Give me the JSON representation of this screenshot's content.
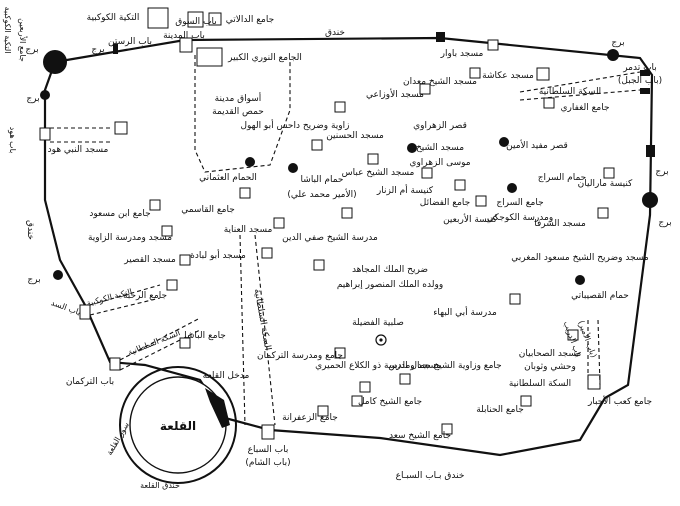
{
  "labels": {
    "khandaq_top": "خندق",
    "khandaq_bottom": "خندق بـاب السبـاع",
    "khandaq_left": "خندق",
    "khandaq_qalaa": "خندق القلعة",
    "sur_qalaa": "سور القلعة",
    "qalaa": "القلعة",
    "madkhal_qalaa": "مدخل القلعة",
    "burj_tr": "برج",
    "burj_tl": "برج",
    "burj_tl2": "برج",
    "burj_l": "برج",
    "burj_r": "برج",
    "burj_r2": "برج",
    "burj_l2": "برج",
    "bab_rastan": "باب الرستن",
    "bab_madina": "باب المدينة",
    "bab_souq": "باب السوق",
    "bab_tadmur": "باب تدمر",
    "bab_jabal": "(باب الجبل)",
    "bab_hud": "باب هود",
    "bab_sudd": "باب السد",
    "bab_turkman": "باب التركمان",
    "bab_sibaa": "باب السباع",
    "bab_sham": "(باب الشام)",
    "bab_draib": "باب الدريب",
    "bab_amir": "(باب الأمير)",
    "jami_arbain": "جامع الأربعين",
    "takiya_kawkabiya_top": "التكية الكوكبية",
    "takiya_kawkabiya2": "التكية الكوكبية",
    "jami_dalati": "جامع الدالاتي",
    "jami_nuri": "الجامع النوري الكبير",
    "aswaq": "أسواق مدينة",
    "aswaq2": "حمص القديمة",
    "masjid_bawar": "مسجد باوار",
    "masjid_ukasha": "مسجد عكاشة",
    "masjid_madan": "مسجد الشيخ معدان",
    "masjid_awzai": "مسجد الأوزاعي",
    "sikka_sultaniya1": "السكة السلطانية",
    "sikka_sultaniya2": "السكة السلطانية",
    "sikka_sultaniya3": "السكة السلطانية",
    "jami_ghaffari": "جامع الغفاري",
    "masjid_nabi_hud": "مسجد النبي هود",
    "zawiya_abu_hawl": "زاوية وضريح داحس أبو الهول",
    "masjid_hasanin": "مسجد الحسنين",
    "qasr_zahrawi": "قصر الزهراوي",
    "masjid_shaykh": "مسجد الشيخ",
    "musa_zahrawi": "موسى الزهراوي",
    "qasr_mufid": "قصر مفيد الأمين",
    "hammam_uthmani": "الحمام العثماني",
    "hammam_basha": "حمام الباشا",
    "amir_muhammad_ali": "(الأمير محمد علي)",
    "masjid_abbas": "مسجد الشيخ عباس",
    "kanisa_zunnar": "كنيسة أم الزنار",
    "jami_fadail": "جامع الفضائل",
    "kanisa_arbain": "كنيسة الأربعين",
    "jami_siraj": "جامع السراج",
    "madrasa_kawjaki": "ومدرسة الكوجكي",
    "hammam_siraj": "حمام السراج",
    "kanisa_mar_elian": "كنيسة ماراليان",
    "jami_qasimi": "جامع القاسمي",
    "jami_ibn_masud": "جامع ابن مسعود",
    "masjid_zawiya": "مسجد ومدرسة الزاوية",
    "masjid_qusayr": "مسجد القصير",
    "masjid_inaba": "مسجد العناية",
    "madrasa_safi": "مدرسة الشيخ صفي الدين",
    "masjid_shurfa": "مسجد الشرفا",
    "masjid_maghribi": "مسجد وضريح الشيخ مسعود المغربي",
    "masjid_abu_libada": "مسجد أبو لبادة",
    "darih_mujahid": "ضريح الملك المجاهد",
    "darih_mansur": "وولده الملك المنصور إبراهيم",
    "hammam_qusaybati": "حمام القصيباتي",
    "jami_rahba": "جامع الرحبة",
    "jami_basha": "جامع الباشا",
    "madrasa_abi_bahaa": "مدرسة أبي البهاء",
    "salibiya_fadila": "صلبية الفضيلة",
    "masjid_sahabiyan": "مسجد الصحابيان",
    "wahshi_thawban": "وحشي وثوبان",
    "masjid_turkman": "جامع ومدرسة التركمان",
    "masjid_kalaj": "مسجد ومدرسة ذو الكلاع الحميري",
    "jami_zawiya_jamal": "جامع وزاوية الشيخ جمال الدين",
    "jami_kaab": "جامع كعب الأحبار",
    "jami_kamil": "جامع الشيخ كامل",
    "jami_hanabila": "جامع الحنابلة",
    "jami_zafarana": "جامع الزعفرانة",
    "jami_saad": "جامع الشيخ سعد",
    "sikka_sultaniya_left": "السكة السلطانية"
  }
}
